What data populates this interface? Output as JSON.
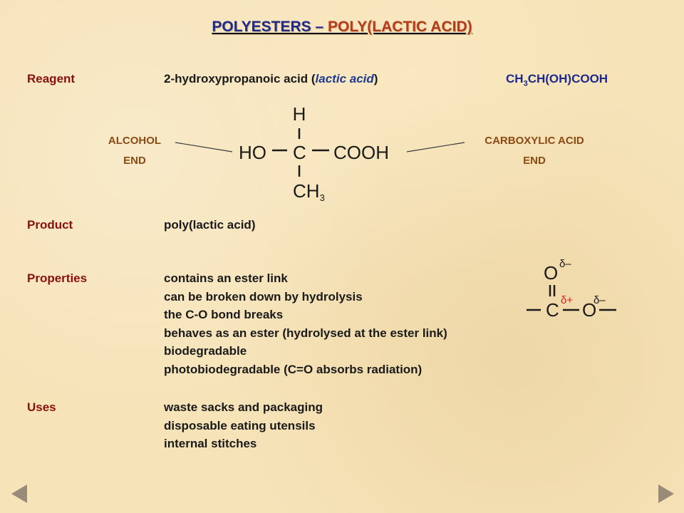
{
  "title": {
    "part1": "POLYESTERS – ",
    "part2": "POLY(LACTIC ACID)"
  },
  "reagent": {
    "label": "Reagent",
    "text_prefix": "2-hydroxypropanoic acid (",
    "text_italic": "lactic acid",
    "text_suffix": ")",
    "formula_a": "CH",
    "formula_sub": "3",
    "formula_b": "CH(OH)COOH"
  },
  "structure": {
    "alcohol_end_line1": "ALCOHOL",
    "alcohol_end_line2": "END",
    "acid_end_line1": "CARBOXYLIC ACID",
    "acid_end_line2": "END",
    "top_atom": "H",
    "left_group": "HO",
    "center_atom": "C",
    "right_group": "COOH",
    "bottom_group": "CH",
    "bottom_sub": "3"
  },
  "product": {
    "label": "Product",
    "text": "poly(lactic acid)"
  },
  "properties": {
    "label": "Properties",
    "items": [
      "contains an ester link",
      "can be broken down by hydrolysis",
      "the C-O bond breaks",
      "behaves as an ester (hydrolysed at the ester link)",
      "biodegradable",
      "photobiodegradable (C=O absorbs radiation)"
    ]
  },
  "ester_diagram": {
    "carbonyl_o": "O",
    "carbon": "C",
    "ester_o": "O",
    "delta_minus_top": "δ–",
    "delta_plus": "δ+",
    "delta_minus_right": "δ–",
    "delta_plus_color": "#d22020"
  },
  "uses": {
    "label": "Uses",
    "items": [
      "waste sacks and packaging",
      "disposable eating utensils",
      "internal stitches"
    ]
  },
  "nav": {
    "previous_icon": "triangle-left-icon",
    "next_icon": "triangle-right-icon"
  }
}
